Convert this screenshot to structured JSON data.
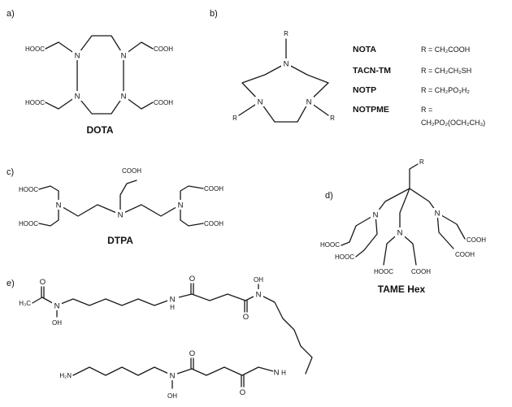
{
  "panels": {
    "a": "a)",
    "b": "b)",
    "c": "c)",
    "d": "d)",
    "e": "e)"
  },
  "atoms": {
    "N": "N",
    "O": "O",
    "OH": "OH",
    "R": "R",
    "H": "H",
    "COOH": "COOH",
    "HOOC": "HOOC",
    "H3C": "H₃C",
    "H2N": "H₂N"
  },
  "names": {
    "dota": "DOTA",
    "dtpa": "DTPA",
    "tame": "TAME Hex"
  },
  "table": {
    "rows": [
      {
        "name": "NOTA",
        "r": "R = CH₂COOH"
      },
      {
        "name": "TACN-TM",
        "r": "R = CH₂CH₂SH"
      },
      {
        "name": "NOTP",
        "r": "R = CH₂PO₃H₂"
      },
      {
        "name": "NOTPME",
        "r": "R =",
        "r2": "CH₂PO₂(OCH₂CH₃)"
      }
    ]
  }
}
